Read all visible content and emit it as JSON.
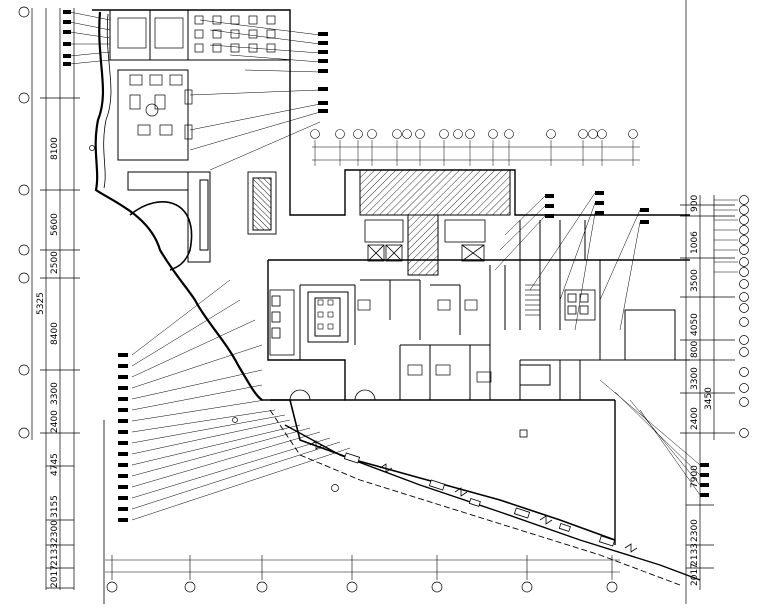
{
  "drawing": {
    "left_dimensions": [
      "8100",
      "5600",
      "2500",
      "5325",
      "8400",
      "3300",
      "2400",
      "4745",
      "3155",
      "2300",
      "2133",
      "2017"
    ],
    "right_dimensions": [
      "900",
      "1006",
      "3500",
      "4050",
      "800",
      "3300",
      "3450",
      "2400",
      "7900",
      "2300",
      "2133",
      "2017"
    ],
    "colors": {
      "line": "#000000",
      "hatch": "#000000",
      "background": "#ffffff"
    }
  }
}
